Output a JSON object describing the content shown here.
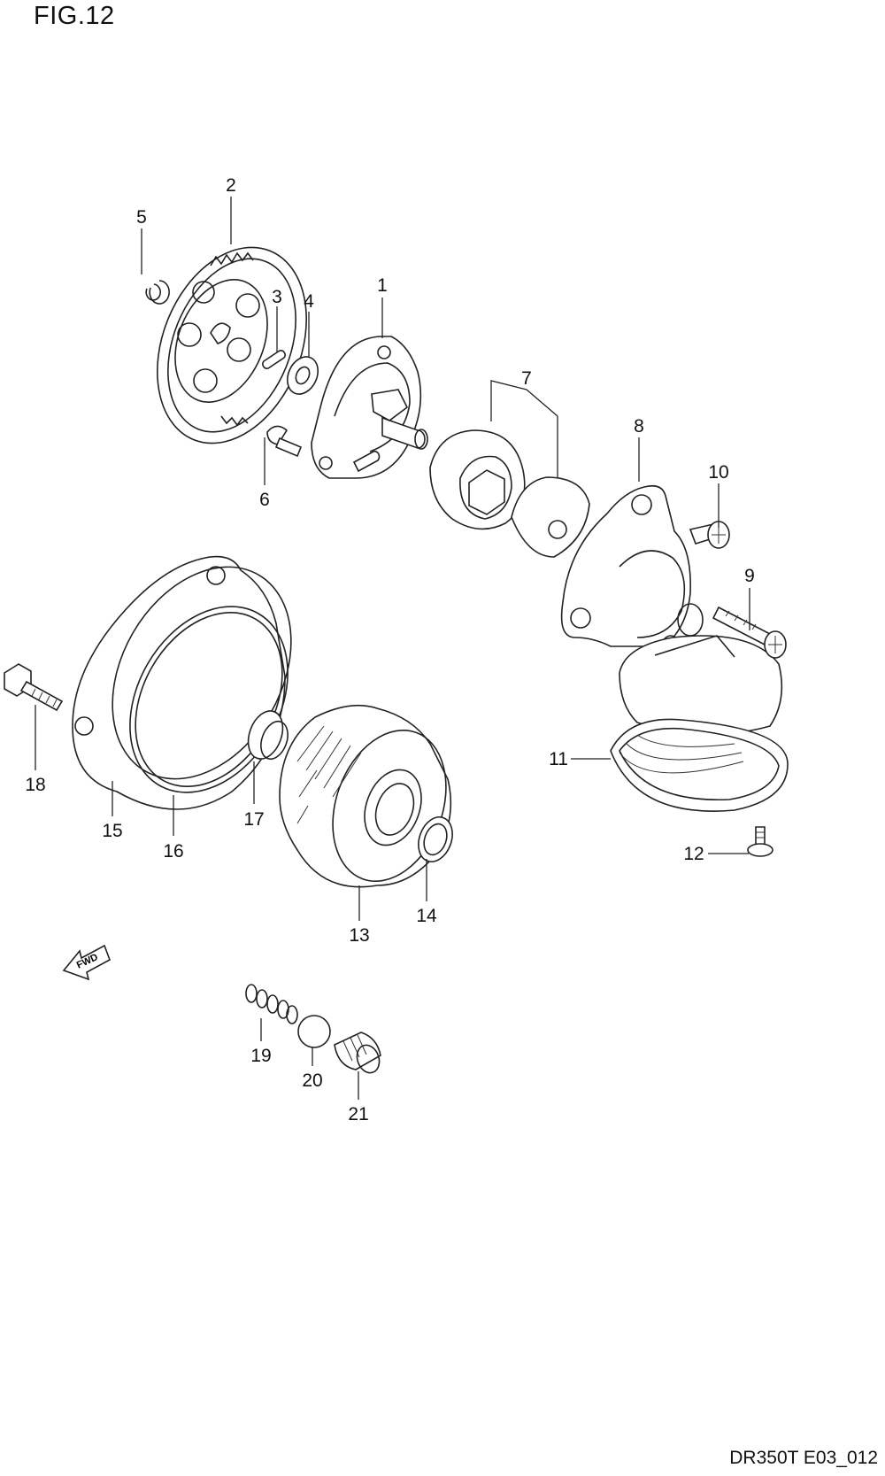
{
  "figure": {
    "title": "FIG.12",
    "code": "DR350T E03_012"
  },
  "fwd_badge": {
    "text": "FWD"
  },
  "callouts": [
    {
      "id": "1",
      "text": "1"
    },
    {
      "id": "2",
      "text": "2"
    },
    {
      "id": "3",
      "text": "3"
    },
    {
      "id": "4",
      "text": "4"
    },
    {
      "id": "5",
      "text": "5"
    },
    {
      "id": "6",
      "text": "6"
    },
    {
      "id": "7",
      "text": "7"
    },
    {
      "id": "8",
      "text": "8"
    },
    {
      "id": "9",
      "text": "9"
    },
    {
      "id": "10",
      "text": "10"
    },
    {
      "id": "11",
      "text": "11"
    },
    {
      "id": "12",
      "text": "12"
    },
    {
      "id": "13",
      "text": "13"
    },
    {
      "id": "14",
      "text": "14"
    },
    {
      "id": "15",
      "text": "15"
    },
    {
      "id": "16",
      "text": "16"
    },
    {
      "id": "17",
      "text": "17"
    },
    {
      "id": "18",
      "text": "18"
    },
    {
      "id": "19",
      "text": "19"
    },
    {
      "id": "20",
      "text": "20"
    },
    {
      "id": "21",
      "text": "21"
    }
  ]
}
